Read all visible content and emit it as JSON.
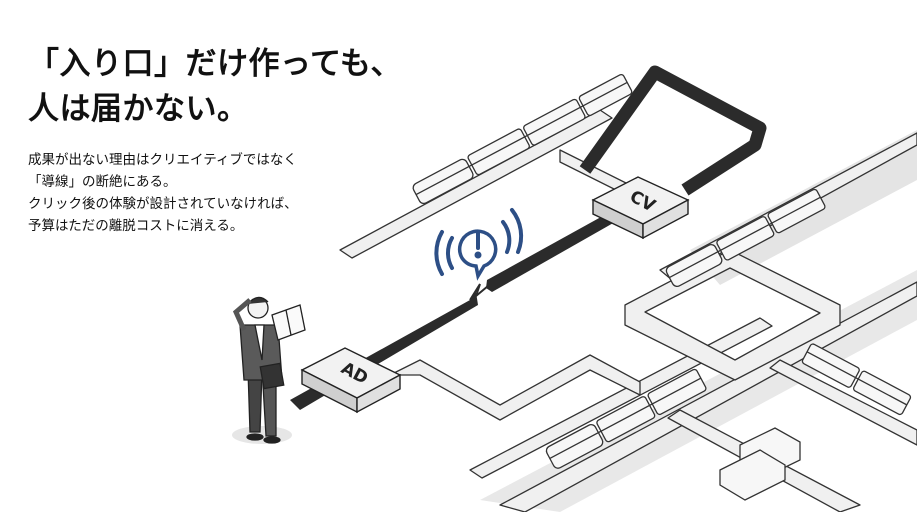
{
  "headline": {
    "line1": "「入り口」だけ作っても、",
    "line2": "人は届かない。"
  },
  "body": {
    "lines": [
      "成果が出ない理由はクリエイティブではなく",
      "「導線」の断絶にある。",
      "クリック後の体験が設計されていなければ、",
      "予算はただの離脱コストに消える。"
    ]
  },
  "illustration": {
    "start_label": "AD",
    "goal_label": "CV",
    "alert_icon": "alert-exclamation-icon",
    "colors": {
      "rail_dark": "#2b2b2b",
      "track_light": "#e6e6e6",
      "alert": "#2d4f86"
    }
  }
}
